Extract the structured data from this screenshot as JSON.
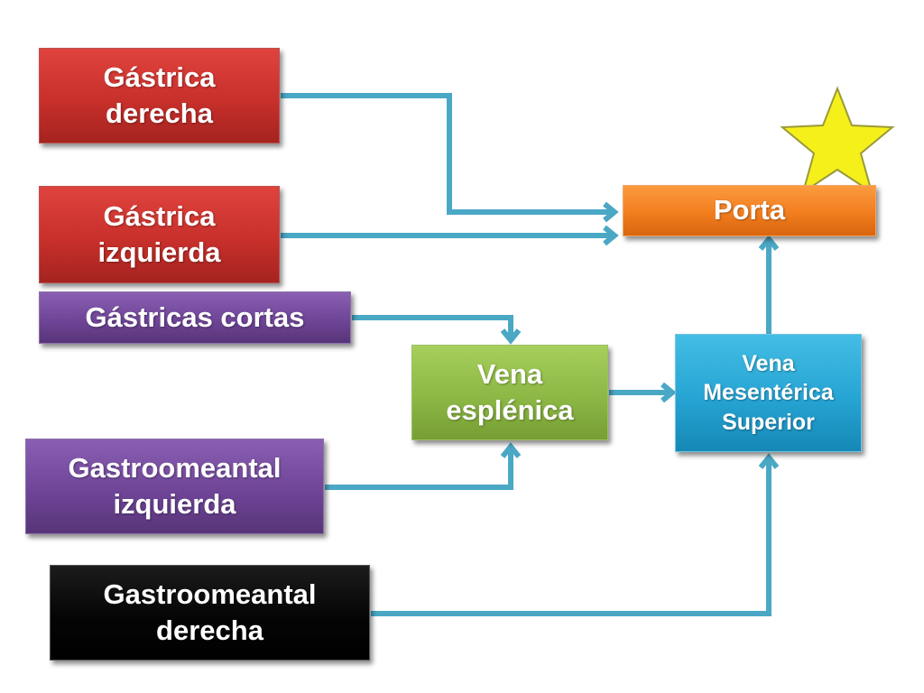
{
  "nodes": {
    "gastrica_derecha": "Gástrica\nderecha",
    "gastrica_izquierda": "Gástrica\nizquierda",
    "gastricas_cortas": "Gástricas cortas",
    "gastroomeantal_izquierda": "Gastroomeantal\nizquierda",
    "gastroomeantal_derecha": "Gastroomeantal\nderecha",
    "vena_esplenica": "Vena\nesplénica",
    "porta": "Porta",
    "vena_mesenterica_superior": "Vena\nMesentérica\nSuperior"
  },
  "colors": {
    "connector": "#4aa8c5",
    "red": "#c8302b",
    "purple": "#6f4598",
    "green": "#8db845",
    "orange": "#f27d1e",
    "blue": "#26a4d3",
    "black": "#000000",
    "star_fill": "#f5f01a",
    "star_stroke": "#9a9a3a"
  },
  "decorations": {
    "star": "star-icon"
  }
}
